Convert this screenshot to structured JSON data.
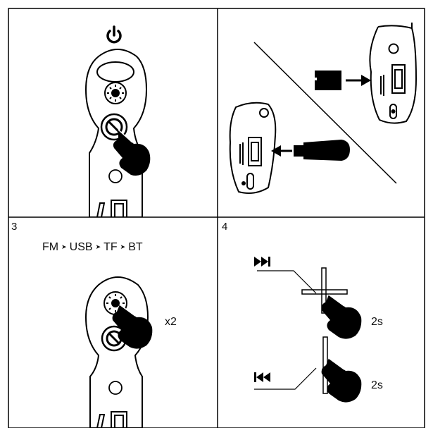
{
  "panels": [
    {
      "step": ""
    },
    {
      "step": ""
    },
    {
      "step": "3",
      "sequence": [
        "FM",
        "USB",
        "TF",
        "BT"
      ],
      "press_count": "x2"
    },
    {
      "step": "4",
      "hold_next": "2s",
      "hold_prev": "2s"
    }
  ],
  "icons": {
    "power": "power-icon",
    "next": "next-track-icon",
    "prev": "previous-track-icon"
  }
}
